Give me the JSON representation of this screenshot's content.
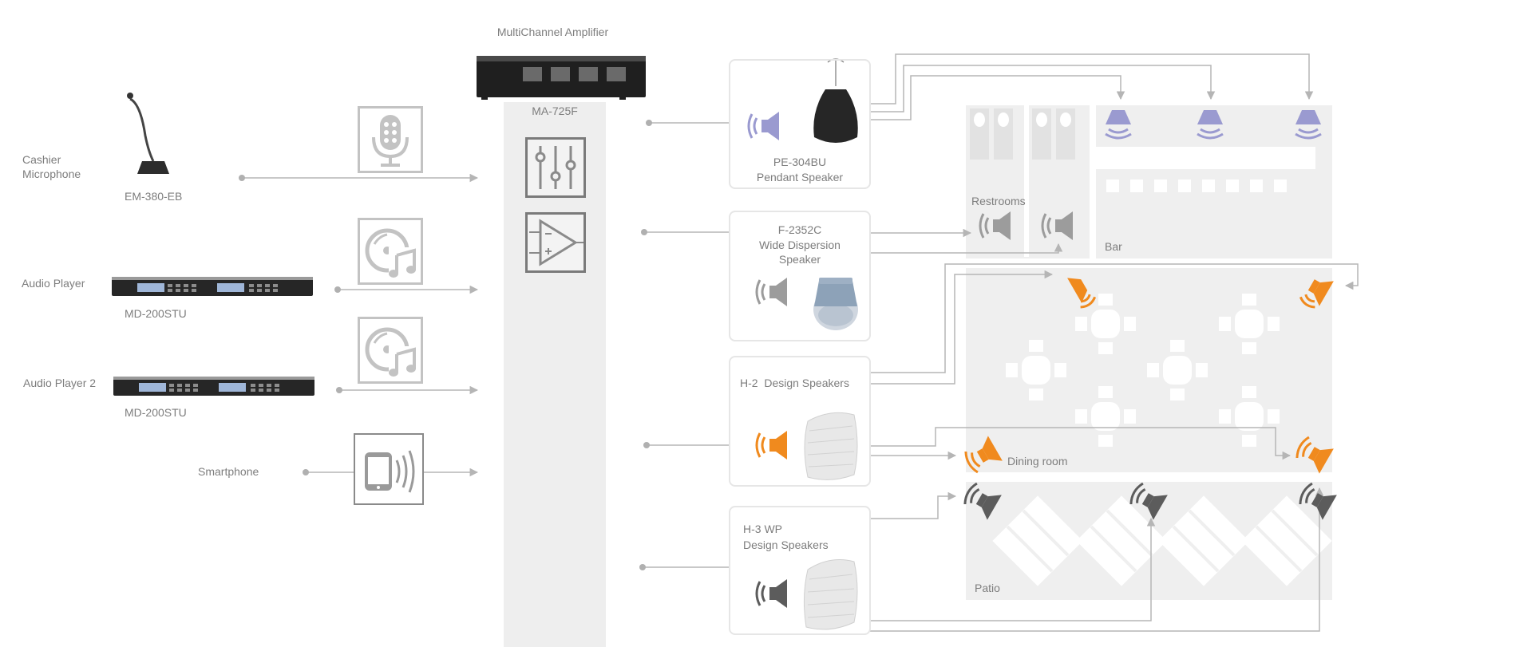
{
  "amplifier": {
    "title": "MultiChannel Amplifier",
    "model": "MA-725F"
  },
  "sources": [
    {
      "name": "Cashier\nMicrophone",
      "model": "EM-380-EB",
      "icon": "microphone-icon"
    },
    {
      "name": "Audio Player",
      "model": "MD-200STU",
      "icon": "music-disc-icon"
    },
    {
      "name": "Audio Player 2",
      "model": "MD-200STU",
      "icon": "music-disc-icon"
    },
    {
      "name": "Smartphone",
      "model": "",
      "icon": "smartphone-wireless-icon"
    }
  ],
  "amp_icons": [
    "mixer-sliders-icon",
    "op-amp-icon"
  ],
  "speakers": [
    {
      "model": "PE-304BU",
      "type": "Pendant Speaker",
      "color": "#9a9ad0"
    },
    {
      "model": "F-2352C",
      "type": "Wide Dispersion\nSpeaker",
      "color": "#9c9c9c"
    },
    {
      "model": "H-2  Design Speakers",
      "type": "",
      "color": "#f08a1e"
    },
    {
      "model": "H-3 WP",
      "type": "Design Speakers",
      "color": "#5c5c5c"
    }
  ],
  "zones": {
    "restrooms": "Restrooms",
    "bar": "Bar",
    "dining": "Dining room",
    "patio": "Patio"
  },
  "colors": {
    "pendant": "#9a9ad0",
    "ceiling": "#9c9c9c",
    "h2": "#f08a1e",
    "h3": "#5c5c5c",
    "line": "#b5b5b5",
    "zone": "#efefef"
  }
}
